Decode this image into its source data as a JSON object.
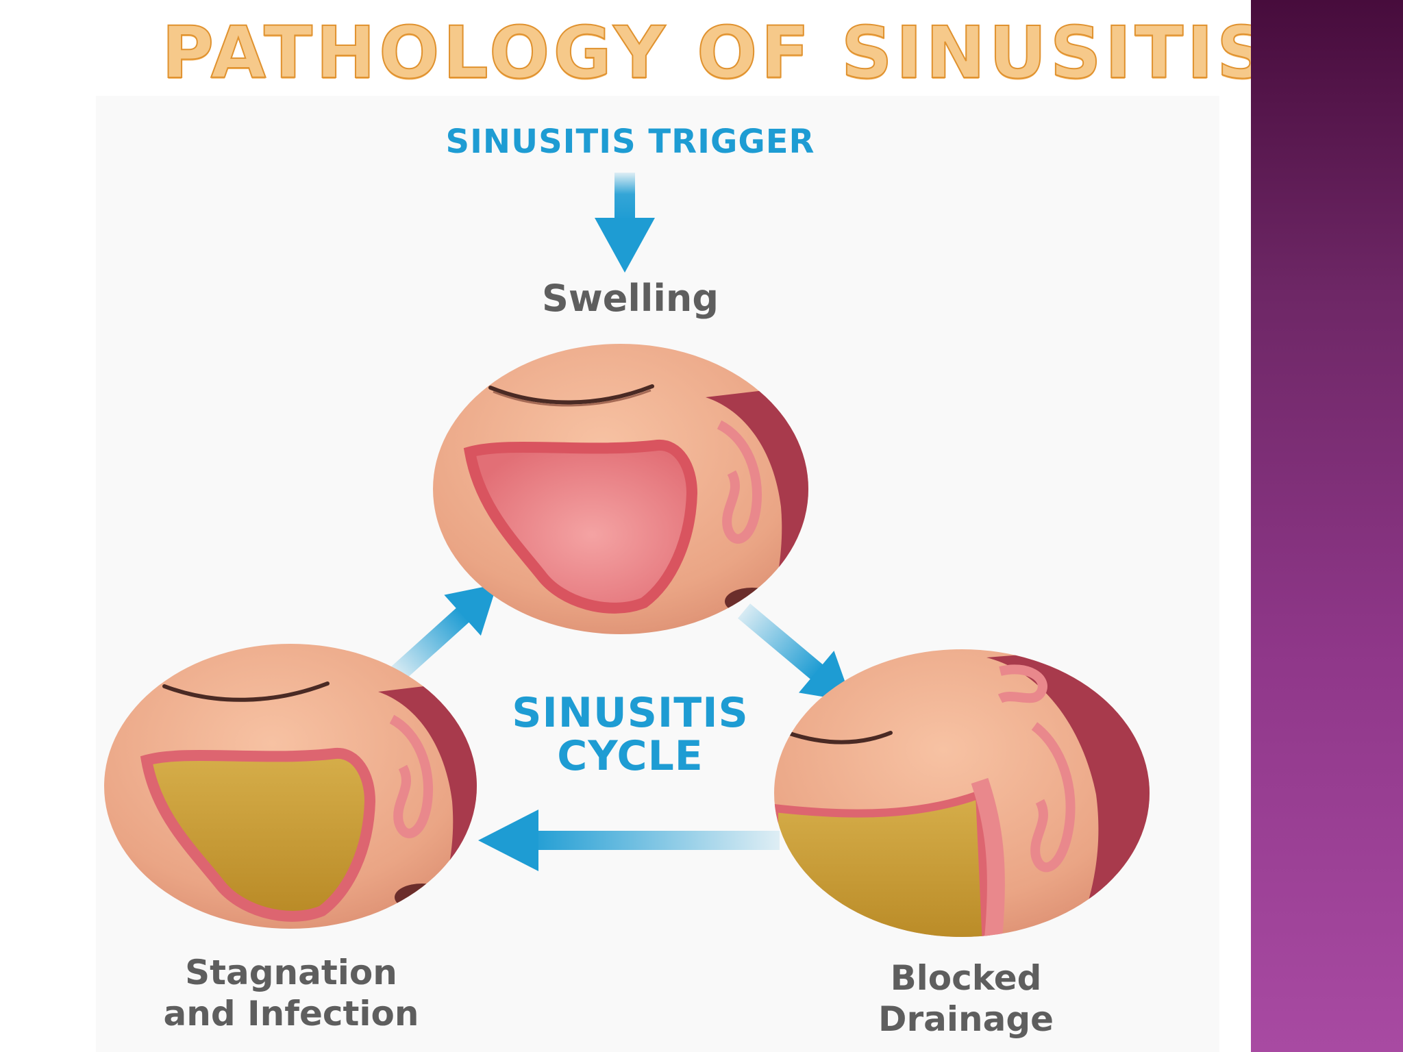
{
  "title": "PATHOLOGY OF SINUSITIS",
  "diagram": {
    "trigger_label": "SINUSITIS TRIGGER",
    "cycle_label_line1": "SINUSITIS",
    "cycle_label_line2": "CYCLE",
    "stages": {
      "swelling": "Swelling",
      "stagnation_line1": "Stagnation",
      "stagnation_line2": "and Infection",
      "blocked_line1": "Blocked",
      "blocked_line2": "Drainage"
    }
  },
  "colors": {
    "title_fill": "#f6c98a",
    "title_outline": "#e0922f",
    "arrow_blue": "#1e9cd3",
    "label_gray": "#5e5e5e",
    "sidebar_top": "#470c3c",
    "sidebar_bottom": "#a84aa2",
    "skin": "#eaa585",
    "mucosa": "#e9767a",
    "mucus": "#c9a03a"
  }
}
